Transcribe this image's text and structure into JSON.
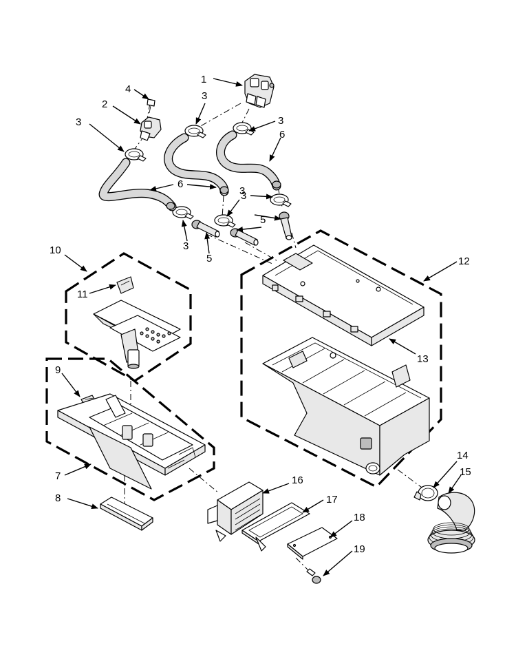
{
  "callouts": {
    "p1": "1",
    "p2": "2",
    "p3a": "3",
    "p3b": "3",
    "p3c": "3",
    "p3d": "3",
    "p3e": "3",
    "p3f": "3",
    "p4": "4",
    "p5a": "5",
    "p5b": "5",
    "p6a": "6",
    "p6b": "6",
    "p7": "7",
    "p8": "8",
    "p9": "9",
    "p10": "10",
    "p11": "11",
    "p12": "12",
    "p13": "13",
    "p14": "14",
    "p15": "15",
    "p16": "16",
    "p17": "17",
    "p18": "18",
    "p19": "19"
  }
}
